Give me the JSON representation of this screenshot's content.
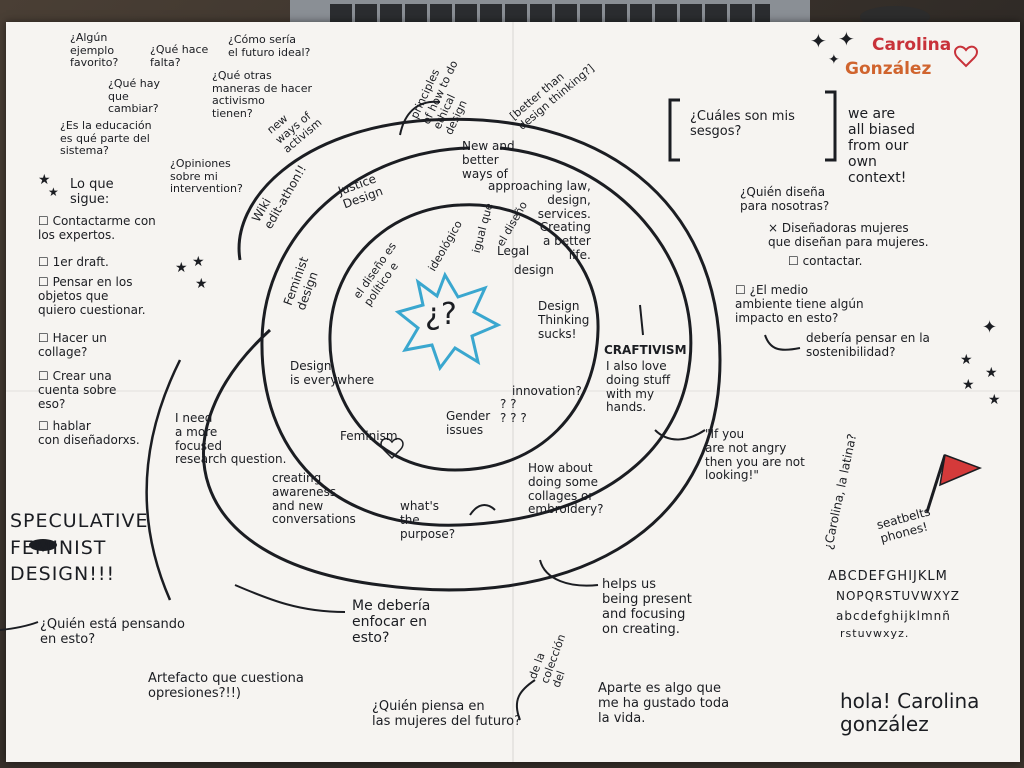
{
  "author": {
    "first": "Carolina",
    "last": "González"
  },
  "center": "¿?",
  "ring_inner": {
    "design_political": "el diseño es\npolítico e",
    "ideologico": "ideológico",
    "igual": "igual que",
    "el_diseno": "el diseño",
    "legal": "Legal",
    "design": "design",
    "design_thinking": "Design\nThinking\nsucks!",
    "innovation": "innovation?",
    "gender": "Gender\nissues",
    "feminism": "Feminism",
    "design_everywhere": "Design\nis everywhere"
  },
  "ring_middle": {
    "feminist_design": "Feminist\ndesign",
    "justice_design": "Justice\nDesign",
    "wiki": "Wiki\nedit-athon!!",
    "new_ways": "new\nways of\nactivism",
    "principles": "principles\nof how to do\nethical\ndesign",
    "better": "[better than\ndesign thinking?]",
    "new_better": "New and\nbetter\nways of",
    "approaching": "approaching law,\ndesign,\nservices.\nCreating\na better\nlife.",
    "craftivism": "CRAFTIVISM",
    "love_stuff": "I also love\ndoing stuff\nwith my\nhands.",
    "collages": "How about\ndoing some\ncollages or\nembroidery?",
    "purpose": "what's\nthe\npurpose?",
    "research": "I need\na more\nfocused\nresearch question.",
    "awareness": "creating\nawareness\nand new\nconversations"
  },
  "left_questions": {
    "q1": "¿Algún\nejemplo\nfavorito?",
    "q2": "¿Qué hace\nfalta?",
    "q3": "¿Cómo sería\nel futuro ideal?",
    "q4": "¿Qué hay\nque\ncambiar?",
    "q5": "¿Qué otras\nmaneras de hacer\nactivismo\ntienen?",
    "q6": "¿Es la educación\nes qué parte del\nsistema?",
    "q7": "¿Opiniones\nsobre mi\nintervention?"
  },
  "todo": {
    "title": "Lo que\nsigue:",
    "items": [
      "Contactarme con\nlos expertos.",
      "1er draft.",
      "Pensar en los\nobjetos que\nquiero cuestionar.",
      "Hacer un\ncollage?",
      "Crear una\ncuenta sobre\neso?",
      "hablar\ncon diseñadorxs."
    ]
  },
  "bottom_left": {
    "speculative": "SPECULATIVE\nFEMINIST\nDESIGN!!!",
    "quien": "¿Quién está pensando\nen esto?",
    "artefacto": "Artefacto que cuestiona\nopresiones?!!)",
    "enfocar": "Me debería\nenfocar en\nesto?",
    "quien_piensa": "¿Quién piensa en\nlas mujeres del futuro?",
    "coleccion": "de la\ncolección\ndel",
    "helps": "helps us\nbeing present\nand focusing\non creating.",
    "aparte": "Aparte es algo que\nme ha gustado toda\nla vida."
  },
  "right": {
    "sesgos": "¿Cuáles son mis\nsesgos?",
    "biased": "we are\nall biased\nfrom our\nown\ncontext!",
    "quien_disena": "¿Quién diseña\npara nosotras?",
    "disenadoras": "× Diseñadoras mujeres\nque diseñan para mujeres.",
    "contactar": "contactar.",
    "medio": "¿El medio\nambiente tiene algún\nimpacto en esto?",
    "sostenibilidad": "debería pensar en la\nsostenibilidad?",
    "angry": "\"If you\nare not angry\nthen you are not\nlooking!\"",
    "latina": "¿Carolina, la latina?",
    "seatbelts": "seatbelts\nphones!",
    "alphabet1": "ABCDEFGHIJKLM",
    "alphabet2": "NOPQRSTUVWXYZ",
    "alphabet3": "abcdefghijklmnñ",
    "alphabet4": "rstuvwxyz.",
    "hola": "hola! Carolina\ngonzález"
  },
  "colors": {
    "ink": "#1b1d22",
    "accent_red": "#c8323a",
    "burst_blue": "#3aa7cf",
    "paper": "#f6f4f1"
  }
}
